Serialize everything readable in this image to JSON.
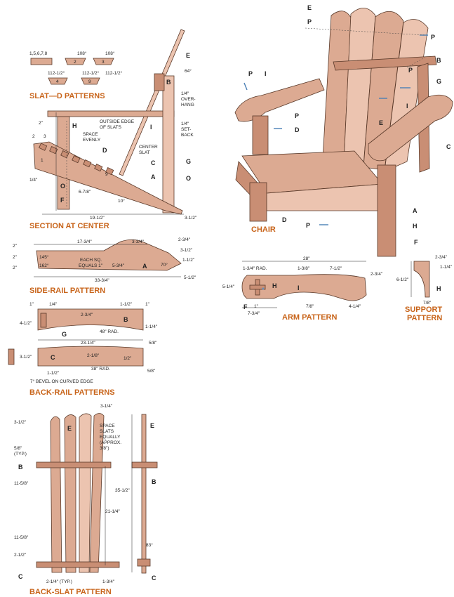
{
  "titles": {
    "slat_d": "SLAT—D PATTERNS",
    "section": "SECTION AT CENTER",
    "side_rail": "SIDE-RAIL PATTERN",
    "back_rail": "BACK-RAIL PATTERNS",
    "back_slat": "BACK-SLAT PATTERN",
    "chair": "CHAIR",
    "arm": "ARM PATTERN",
    "support": "SUPPORT PATTERN"
  },
  "slat_d": {
    "label_a": "1,5,6,7,8",
    "angle_1": "108°",
    "angle_2": "108°",
    "angle_3": "112-1/2°",
    "angle_4": "112-1/2°",
    "angle_5": "112-1/2°",
    "num_2": "2",
    "num_3": "3",
    "num_4": "4",
    "num_9": "9"
  },
  "section": {
    "outside_edge": "OUTSIDE EDGE",
    "of_slats": "OF SLATS",
    "space": "SPACE",
    "evenly": "EVENLY",
    "center": "CENTER",
    "slat": "SLAT",
    "angle_64": "64°",
    "overhang_a": "1/4\"",
    "overhang_b": "OVER-",
    "overhang_c": "HANG",
    "setback_a": "1/4\"",
    "setback_b": "SET-",
    "setback_c": "BACK",
    "d_2": "2\"",
    "d_2b": "2",
    "d_3": "3",
    "d_1": "1",
    "d_quarter": "1/4\"",
    "d_678": "6-7/8\"",
    "d_10": "10°",
    "d_1912": "19-1/2\"",
    "d_312": "3-1/2\"",
    "num_9": "9"
  },
  "side_rail": {
    "d_1734": "17-3/4\"",
    "d_334": "3-3/4\"",
    "d_234": "2-3/4\"",
    "d_312": "3-1/2\"",
    "d_112": "1-1/2\"",
    "d_2a": "2\"",
    "d_2b": "2\"",
    "d_2c": "2\"",
    "d_145": "145°",
    "d_162": "162°",
    "each_sq_a": "EACH SQ.",
    "each_sq_b": "EQUALS 1\"",
    "d_534": "5-3/4\"",
    "d_70": "70°",
    "d_3334": "33-3/4\"",
    "d_512": "5-1/2\""
  },
  "back_rail": {
    "d_1a": "1\"",
    "d_quarter": "1/4\"",
    "d_112a": "1-1/2\"",
    "d_1b": "1\"",
    "d_412": "4-1/2\"",
    "d_234": "2-3/4\"",
    "d_114": "1-1/4\"",
    "d_48rad": "48\" RAD.",
    "d_2314": "23-1/4\"",
    "d_58a": "5/8\"",
    "d_312": "3-1/2\"",
    "d_218": "2-1/8\"",
    "d_12": "1/2\"",
    "d_38rad": "38\" RAD.",
    "d_112b": "1-1/2\"",
    "d_58b": "5/8\"",
    "bevel": "7° BEVEL ON CURVED EDGE"
  },
  "back_slat": {
    "d_314": "3-1/4\"",
    "d_312": "3-1/2\"",
    "space_a": "SPACE",
    "space_b": "SLATS",
    "space_c": "EQUALLY",
    "space_d": "(APPROX.",
    "space_e": "3/8\")",
    "d_58": "5/8\"",
    "typ": "(TYP.)",
    "d_1158a": "11-5/8\"",
    "d_3512": "35-1/2\"",
    "d_2114": "21-1/4\"",
    "d_1158b": "11-5/8\"",
    "d_83": "83°",
    "d_212": "2-1/2\"",
    "d_214typ": "2-1/4\" (TYP.)",
    "d_134": "1-3/4\""
  },
  "arm": {
    "d_28": "28\"",
    "d_134rad": "1-3/4\" RAD.",
    "d_138": "1-3/8\"",
    "d_712": "7-1/2\"",
    "d_234": "2-3/4\"",
    "d_514": "5-1/4\"",
    "d_1": "1\"",
    "d_78": "7/8\"",
    "d_414": "4-1/4\"",
    "d_734": "7-3/4\""
  },
  "support": {
    "d_234": "2-3/4\"",
    "d_114": "1-1/4\"",
    "d_612": "6-1/2\"",
    "d_78": "7/8\""
  },
  "callouts": {
    "A": "A",
    "B": "B",
    "C": "C",
    "D": "D",
    "E": "E",
    "F": "F",
    "G": "G",
    "H": "H",
    "I": "I",
    "O": "O",
    "P": "P"
  },
  "colors": {
    "title": "#c8641a",
    "wood": "#dcaa92",
    "hardware": "#4a7fb5"
  }
}
